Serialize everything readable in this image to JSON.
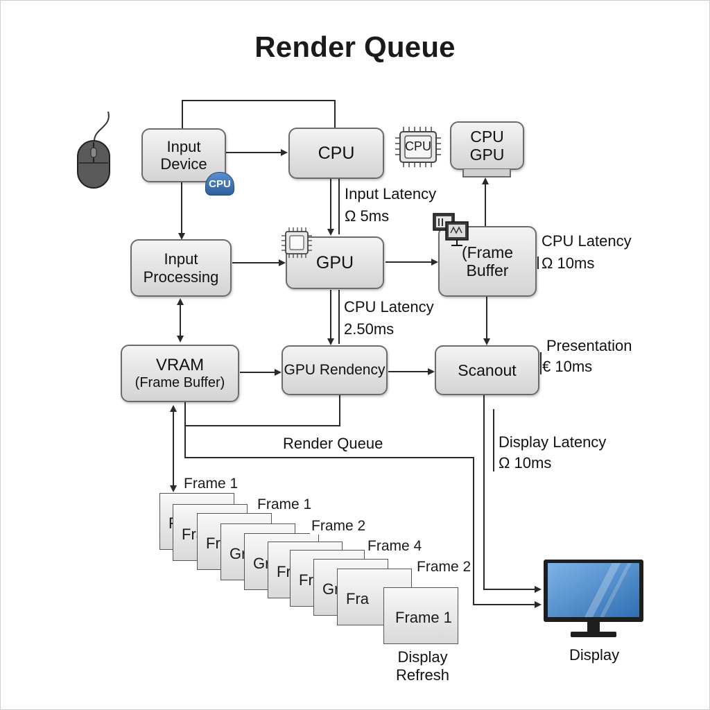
{
  "title": "Render Queue",
  "nodes": {
    "input_device": [
      "Input",
      "Device"
    ],
    "cpu": [
      "CPU"
    ],
    "cpu_gpu": [
      "CPU",
      "GPU"
    ],
    "input_processing": [
      "Input",
      "Processing"
    ],
    "gpu": [
      "GPU"
    ],
    "frame_buffer": [
      "(Frame",
      "Buffer"
    ],
    "vram": [
      "VRAM",
      "(Frame Buffer)"
    ],
    "gpu_rendency": [
      "GPU Rendency"
    ],
    "scanout": [
      "Scanout"
    ]
  },
  "badges": {
    "input_device_badge": "CPU",
    "cpu_chip": "CPU"
  },
  "labels": {
    "input_latency": [
      "Input Latency",
      "Ω 5ms"
    ],
    "cpu_latency_top": [
      "CPU Latency",
      "Ω 10ms"
    ],
    "cpu_latency_mid": [
      "CPU Latency",
      "2.50ms"
    ],
    "presentation": [
      "Presentation",
      "€ 10ms"
    ],
    "render_queue": "Render Queue",
    "display_latency": [
      "Display Latency",
      "Ω 10ms"
    ],
    "display": "Display",
    "display_refresh": [
      "Display",
      "Refresh"
    ]
  },
  "frames": {
    "labels": [
      "Frame 1",
      "Frame 1",
      "Frame 2",
      "Frame 4",
      "Frame 2"
    ],
    "cards": [
      "Fra",
      "Fra",
      "Fra",
      "Gr",
      "Gr",
      "Fra",
      "Fra",
      "Gr",
      "Fra",
      "Frame 1"
    ]
  },
  "colors": {
    "node_border": "#6b6b6b",
    "wire": "#2a2a2a",
    "badge_blue": "#3c6fb0",
    "monitor_screen": "#4f8fd0"
  },
  "icons": [
    "mouse-icon",
    "cpu-chip-icon",
    "monitor-icon",
    "display-icon"
  ]
}
